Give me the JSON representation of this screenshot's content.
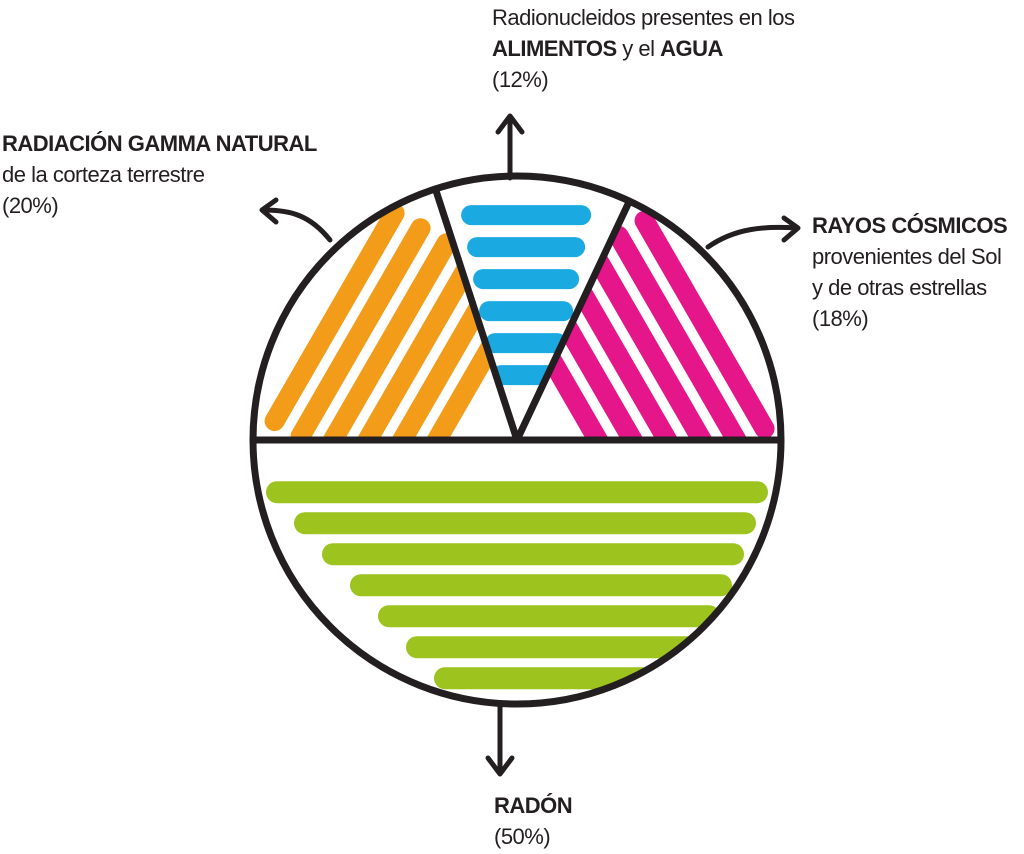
{
  "chart_data": {
    "type": "pie",
    "title": "",
    "slices": [
      {
        "name": "gamma",
        "value": 20,
        "color": "#f39c1a",
        "title": "RADIACIÓN GAMMA NATURAL",
        "line2": "de la corteza terrestre",
        "pct": "(20%)"
      },
      {
        "name": "alimentos",
        "value": 12,
        "color": "#1ba9e1",
        "line1": "Radionucleidos presentes en los",
        "bold_a": "ALIMENTOS",
        "mid": " y el ",
        "bold_b": "AGUA",
        "pct": "(12%)"
      },
      {
        "name": "cosmicos",
        "value": 18,
        "color": "#e5168a",
        "title": "RAYOS CÓSMICOS",
        "line2": "provenientes del Sol",
        "line3": "y de otras estrellas",
        "pct": "(18%)"
      },
      {
        "name": "radon",
        "value": 50,
        "color": "#9cc31e",
        "title": "RADÓN",
        "pct": "(50%)"
      }
    ]
  }
}
